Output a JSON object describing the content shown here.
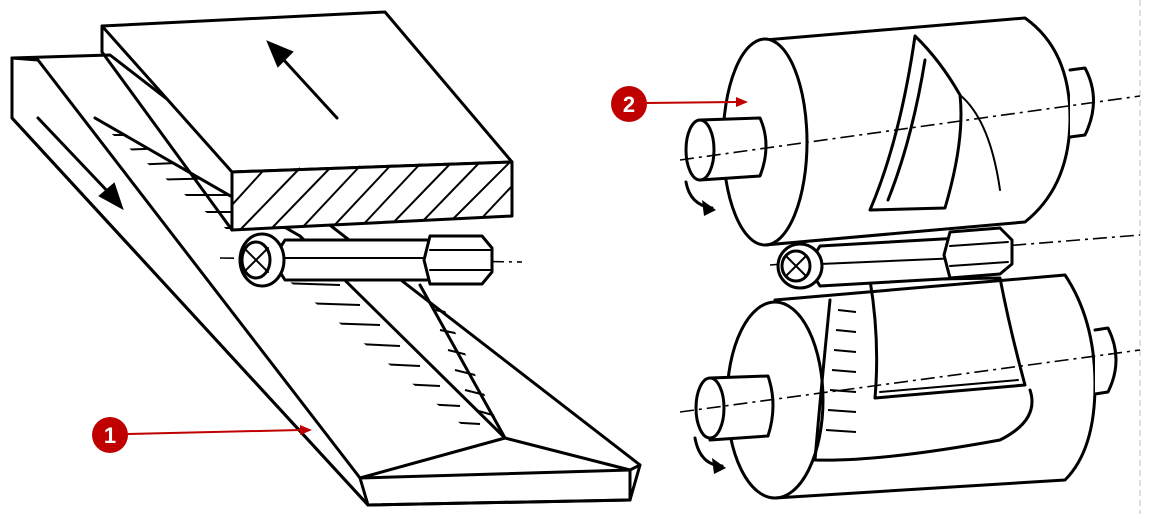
{
  "diagram": {
    "callouts": [
      {
        "id": "1",
        "label": "1"
      },
      {
        "id": "2",
        "label": "2"
      }
    ],
    "colors": {
      "callout_fill": "#c00000",
      "callout_text": "#ffffff",
      "leader_line": "#c00000",
      "ink": "#000000",
      "background": "#ffffff",
      "right_border": "#bfbfbf"
    }
  }
}
